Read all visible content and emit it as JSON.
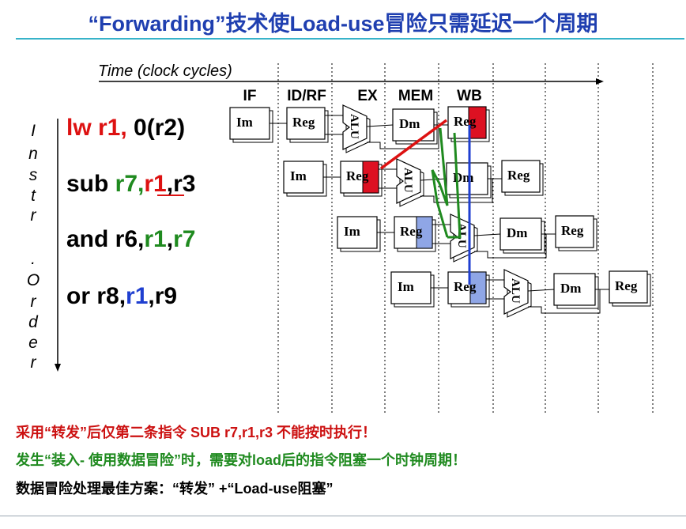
{
  "title": "“Forwarding”技术使Load-use冒险只需延迟一个周期",
  "time_label": "Time (clock cycles)",
  "stages": [
    "IF",
    "ID/RF",
    "EX",
    "MEM",
    "WB"
  ],
  "axis_label_letters": [
    "I",
    "n",
    "s",
    "t",
    "r",
    ".",
    "O",
    "r",
    "d",
    "e",
    "r"
  ],
  "instructions": [
    {
      "parts": [
        {
          "text": "lw r1,",
          "color": "#dd1111"
        },
        {
          "text": " 0(r2)",
          "color": "#000000"
        }
      ]
    },
    {
      "parts": [
        {
          "text": "sub ",
          "color": "#000000"
        },
        {
          "text": "r7,",
          "color": "#1f8a1f"
        },
        {
          "text": "r1",
          "color": "#dd1111"
        },
        {
          "text": ",r3",
          "color": "#000000"
        }
      ]
    },
    {
      "parts": [
        {
          "text": "and r6,",
          "color": "#000000"
        },
        {
          "text": "r1",
          "color": "#1f8a1f"
        },
        {
          "text": ",",
          "color": "#000000"
        },
        {
          "text": "r7",
          "color": "#1f8a1f"
        }
      ]
    },
    {
      "parts": [
        {
          "text": "or   r8,",
          "color": "#000000"
        },
        {
          "text": "r1",
          "color": "#1f3fd0"
        },
        {
          "text": ",r9",
          "color": "#000000"
        }
      ]
    }
  ],
  "unit_labels": {
    "im": "Im",
    "reg": "Reg",
    "alu": "ALU",
    "dm": "Dm"
  },
  "notes": [
    "采用“转发”后仅第二条指令 SUB r7,r1,r3 不能按时执行！",
    "发生“装入- 使用数据冒险”时，需要对load后的指令阻塞一个时钟周期！",
    "数据冒险处理最佳方案：“转发” +“Load-use阻塞”"
  ],
  "colors": {
    "title": "#1f3fb0",
    "rule": "#37b3c9",
    "red": "#dd1111",
    "green": "#1f8a1f",
    "blue": "#1f3fd0",
    "reg_red_fill": "#dd1122",
    "reg_blue_fill": "#8fa6e6"
  },
  "icons": [
    "time-arrow",
    "order-arrow",
    "alu-shape"
  ]
}
